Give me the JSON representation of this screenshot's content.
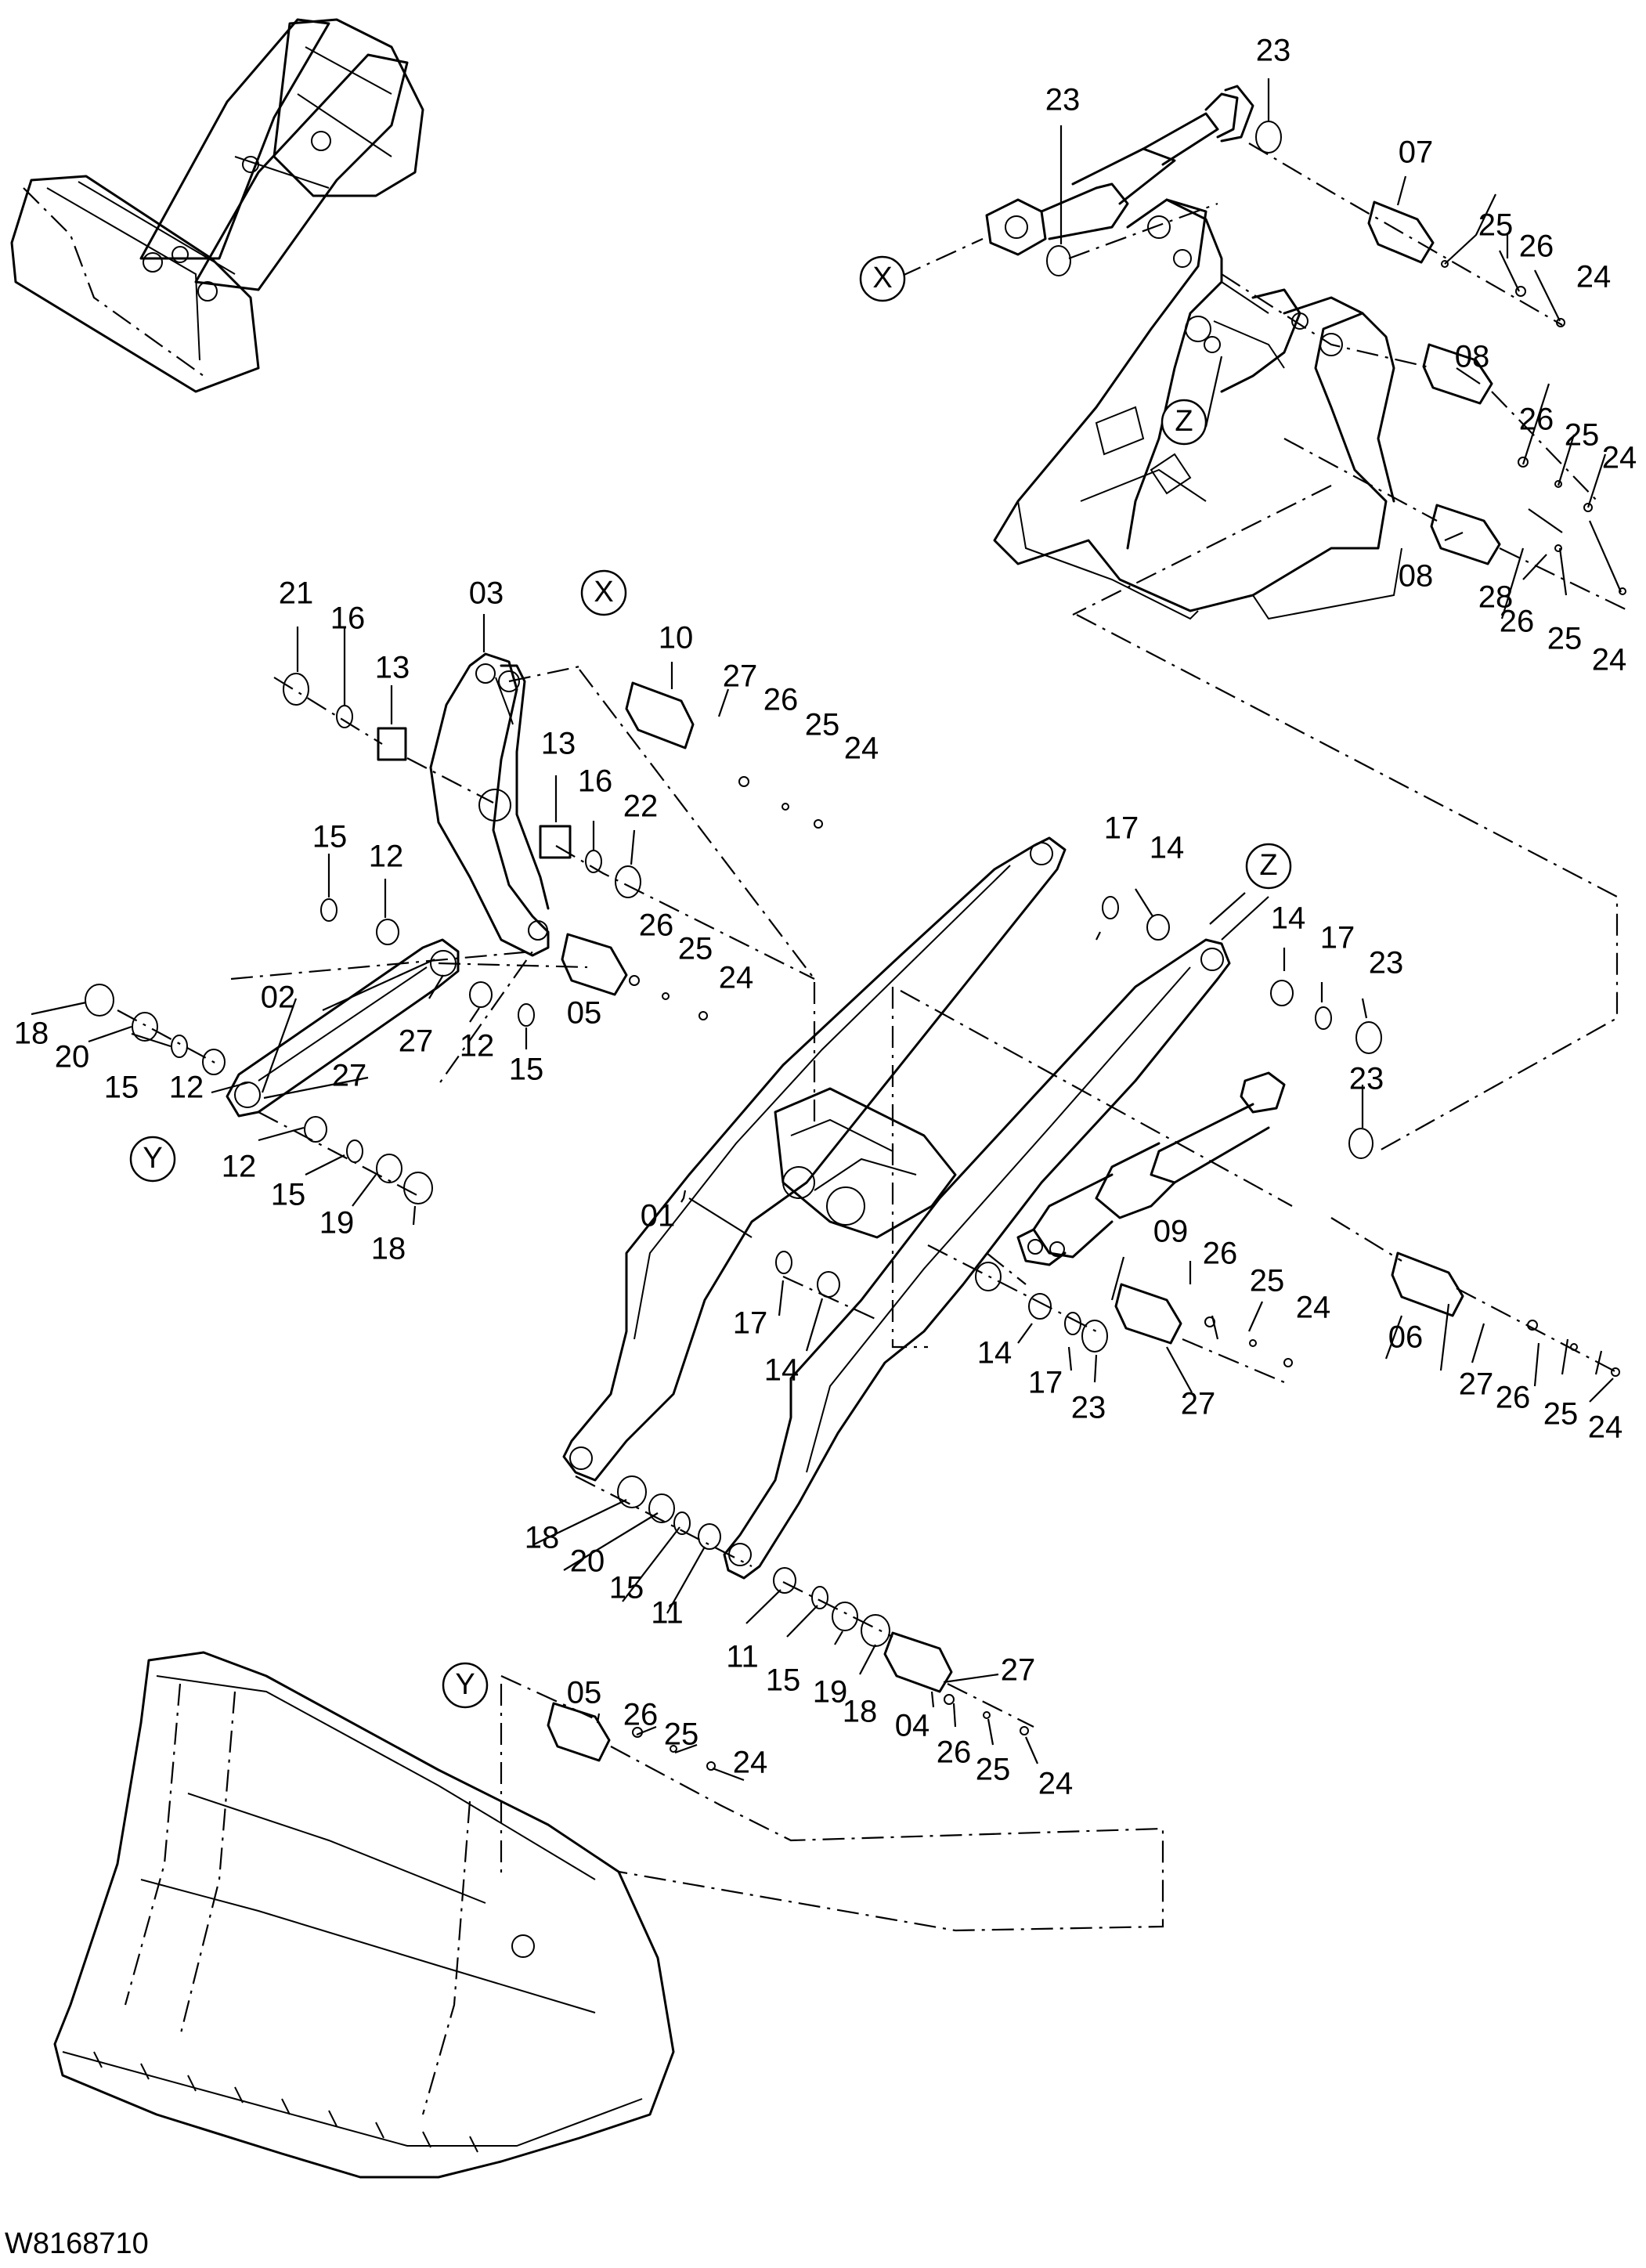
{
  "drawing_code": "W8168710",
  "reference_markers": {
    "X": "X",
    "Y": "Y",
    "Z": "Z"
  },
  "callouts": {
    "p01": "01",
    "p02": "02",
    "p03": "03",
    "p04": "04",
    "p05": "05",
    "p06": "06",
    "p07": "07",
    "p08": "08",
    "p09": "09",
    "p10": "10",
    "p11": "11",
    "p12": "12",
    "p13": "13",
    "p14": "14",
    "p15": "15",
    "p16": "16",
    "p17": "17",
    "p18": "18",
    "p19": "19",
    "p20": "20",
    "p21": "21",
    "p22": "22",
    "p23": "23",
    "p24": "24",
    "p25": "25",
    "p26": "26",
    "p27": "27",
    "p28": "28"
  }
}
